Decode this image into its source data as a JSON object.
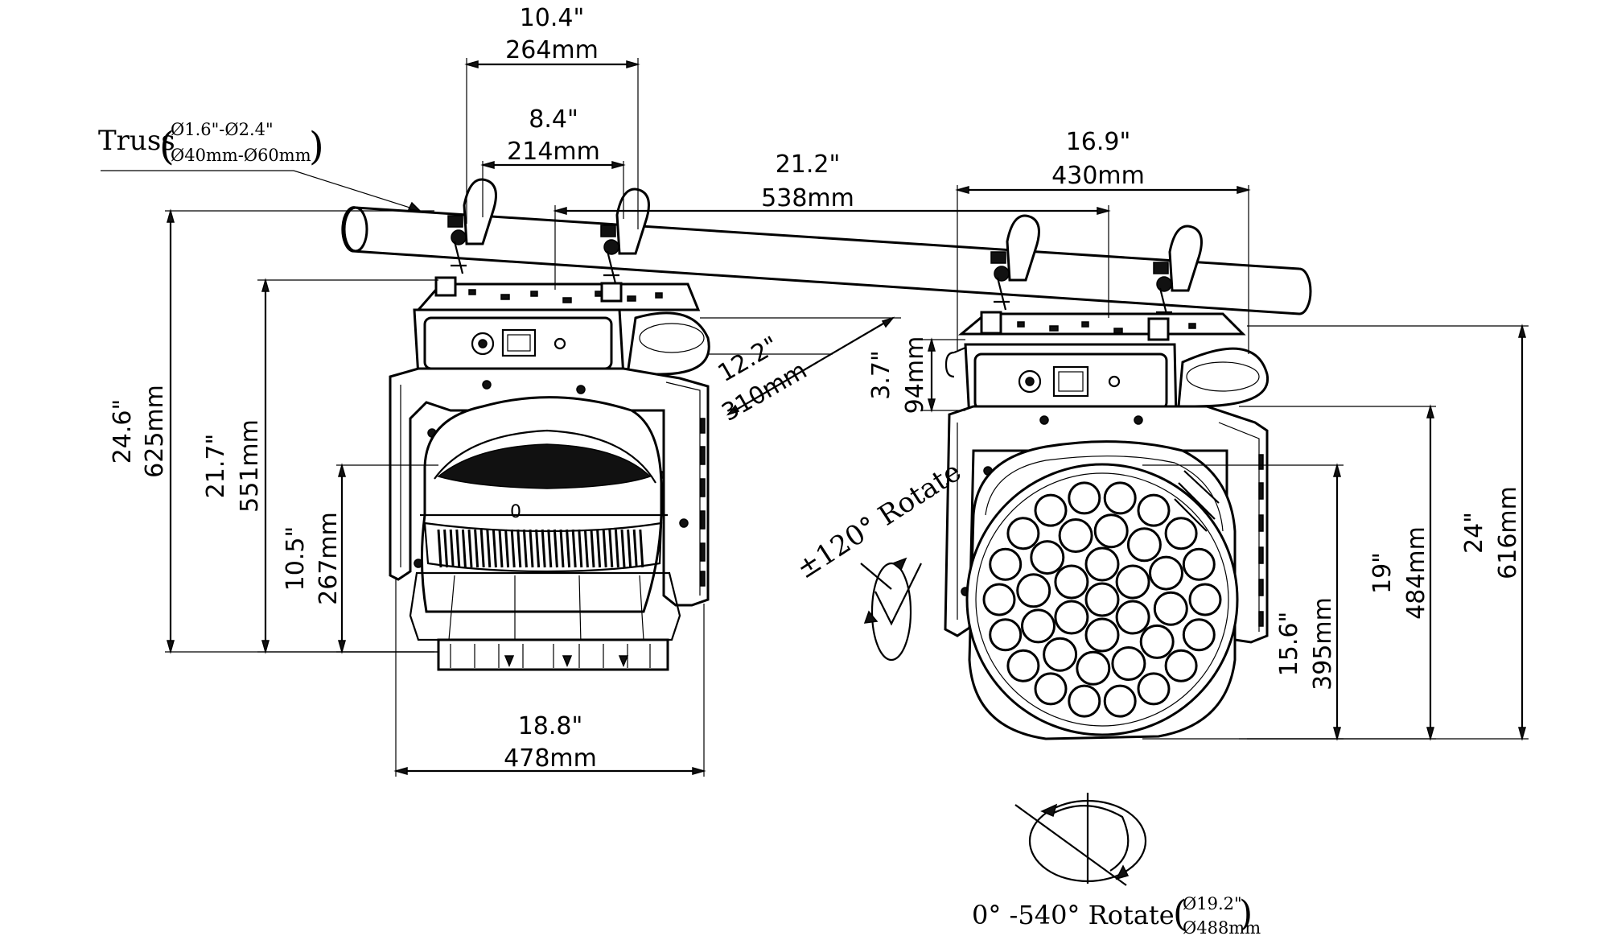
{
  "truss": {
    "label": "Truss",
    "inch_range": "Ø1.6\"-Ø2.4\"",
    "mm_range": "Ø40mm-Ø60mm"
  },
  "dimensions": {
    "d_264": {
      "inch": "10.4\"",
      "mm": "264mm"
    },
    "d_214": {
      "inch": "8.4\"",
      "mm": "214mm"
    },
    "d_538": {
      "inch": "21.2\"",
      "mm": "538mm"
    },
    "d_430": {
      "inch": "16.9\"",
      "mm": "430mm"
    },
    "d_310": {
      "inch": "12.2\"",
      "mm": "310mm"
    },
    "d_94": {
      "inch": "3.7\"",
      "mm": "94mm"
    },
    "d_625": {
      "inch": "24.6\"",
      "mm": "625mm"
    },
    "d_551": {
      "inch": "21.7\"",
      "mm": "551mm"
    },
    "d_267": {
      "inch": "10.5\"",
      "mm": "267mm"
    },
    "d_478": {
      "inch": "18.8\"",
      "mm": "478mm"
    },
    "d_395": {
      "inch": "15.6\"",
      "mm": "395mm"
    },
    "d_484": {
      "inch": "19\"",
      "mm": "484mm"
    },
    "d_616": {
      "inch": "24\"",
      "mm": "616mm"
    }
  },
  "tilt": {
    "label": "±120° Rotate"
  },
  "pan": {
    "label": "0° -540° Rotate",
    "dia_inch": "Ø19.2\"",
    "dia_mm": "Ø488mm"
  }
}
